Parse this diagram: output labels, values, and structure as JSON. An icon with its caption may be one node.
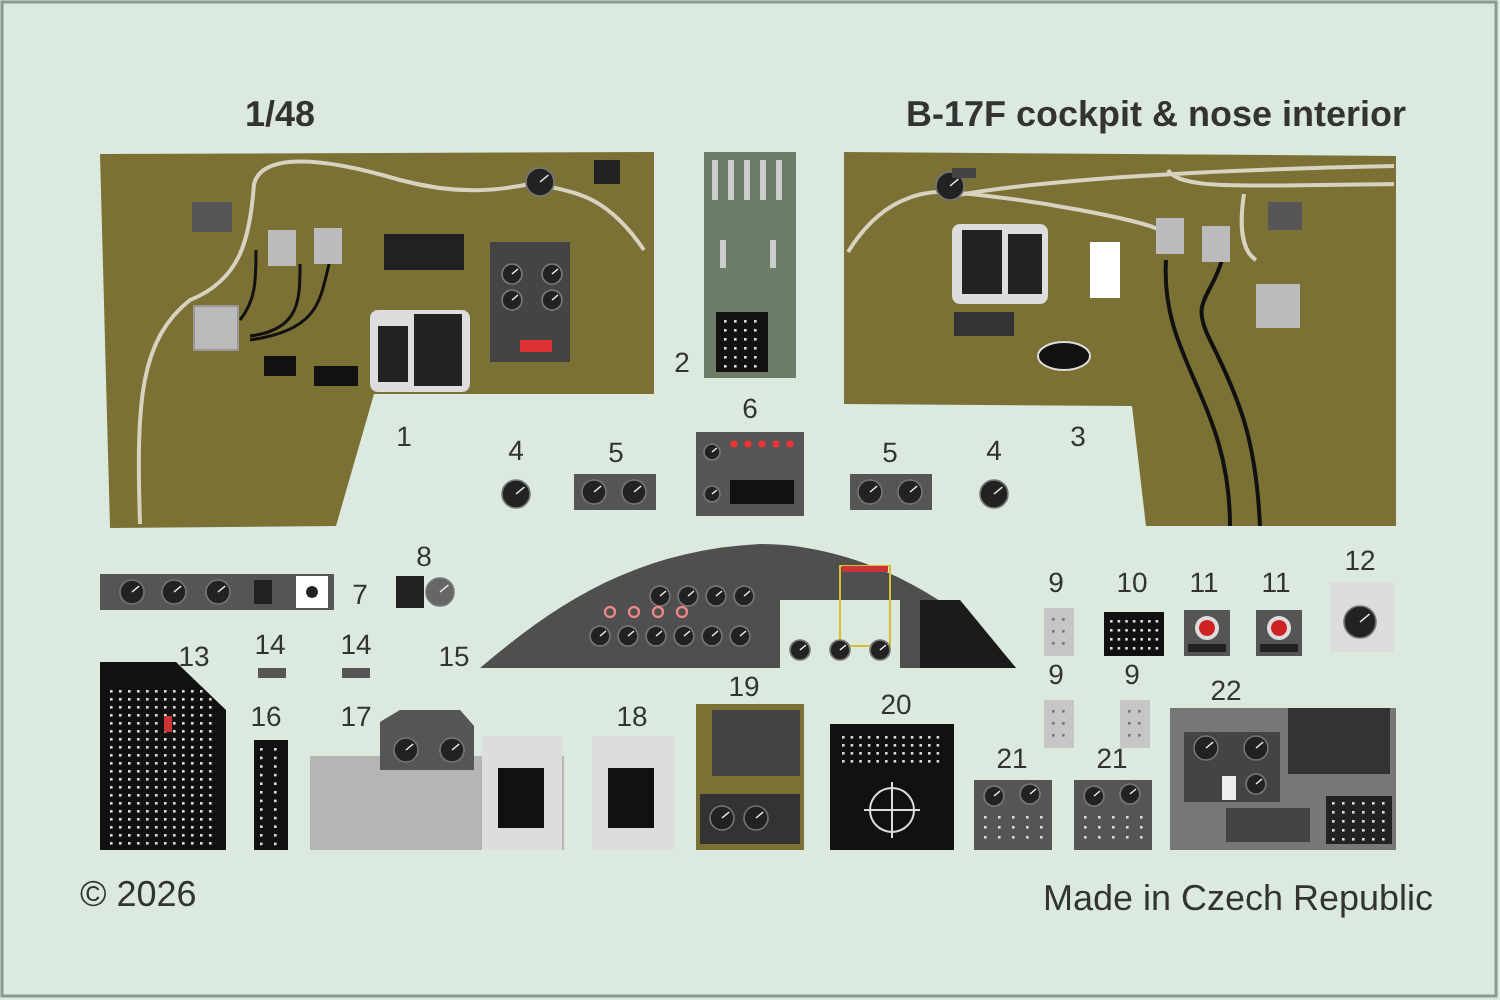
{
  "diagram": {
    "title": "B-17F cockpit & nose interior",
    "labels": [
      "1/48",
      "2",
      "6",
      "1",
      "3",
      "4",
      "5",
      "5",
      "4",
      "8",
      "7",
      "9",
      "10",
      "11",
      "11",
      "12",
      "14",
      "14",
      "13",
      "15",
      "9",
      "9",
      "16",
      "17",
      "18",
      "19",
      "20",
      "22",
      "21",
      "21",
      "© 2026",
      "Made in Czech Republic"
    ]
  }
}
